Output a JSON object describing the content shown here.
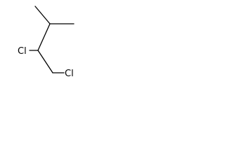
{
  "molecule": {
    "atoms": [
      {
        "id": "c1",
        "element": "C",
        "label": ""
      },
      {
        "id": "c2",
        "element": "C",
        "label": ""
      },
      {
        "id": "c3",
        "element": "C",
        "label": ""
      },
      {
        "id": "c4",
        "element": "C",
        "label": ""
      },
      {
        "id": "c5",
        "element": "C",
        "label": ""
      },
      {
        "id": "cl1",
        "element": "Cl",
        "label": "Cl"
      },
      {
        "id": "cl2",
        "element": "Cl",
        "label": "Cl"
      }
    ],
    "bonds": [
      {
        "from": "c1",
        "to": "c2",
        "order": 1
      },
      {
        "from": "c2",
        "to": "c3",
        "order": 1
      },
      {
        "from": "c2",
        "to": "c4",
        "order": 1
      },
      {
        "from": "c4",
        "to": "cl1",
        "order": 1
      },
      {
        "from": "c4",
        "to": "c5",
        "order": 1
      },
      {
        "from": "c5",
        "to": "cl2",
        "order": 1
      }
    ]
  },
  "colors": {
    "bond": "#000000",
    "label": "#000000",
    "background": "#ffffff"
  }
}
